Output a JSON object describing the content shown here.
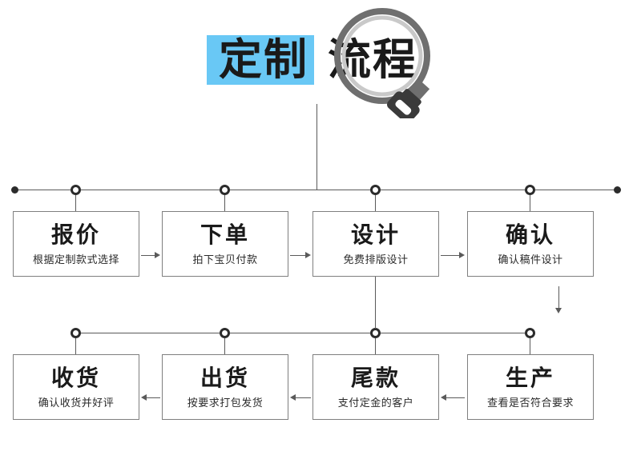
{
  "title": {
    "part1": "定制",
    "part2": "流程",
    "highlight_color": "#69c8f5",
    "icon": "magnifier-icon"
  },
  "diagram": {
    "row1": [
      {
        "title": "报价",
        "sub": "根据定制款式选择"
      },
      {
        "title": "下单",
        "sub": "拍下宝贝付款"
      },
      {
        "title": "设计",
        "sub": "免费排版设计"
      },
      {
        "title": "确认",
        "sub": "确认稿件设计"
      }
    ],
    "row2": [
      {
        "title": "收货",
        "sub": "确认收货并好评"
      },
      {
        "title": "出货",
        "sub": "按要求打包发货"
      },
      {
        "title": "尾款",
        "sub": "支付定金的客户"
      },
      {
        "title": "生产",
        "sub": "查看是否符合要求"
      }
    ],
    "arrows": {
      "row1": [
        "arrow-right-icon",
        "arrow-right-icon",
        "arrow-right-icon"
      ],
      "wrap": "arrow-down-icon",
      "row2": [
        "arrow-left-icon",
        "arrow-left-icon",
        "arrow-left-icon"
      ]
    },
    "line_color": "#5a5a5a",
    "node_color": "#2b2b2b"
  }
}
